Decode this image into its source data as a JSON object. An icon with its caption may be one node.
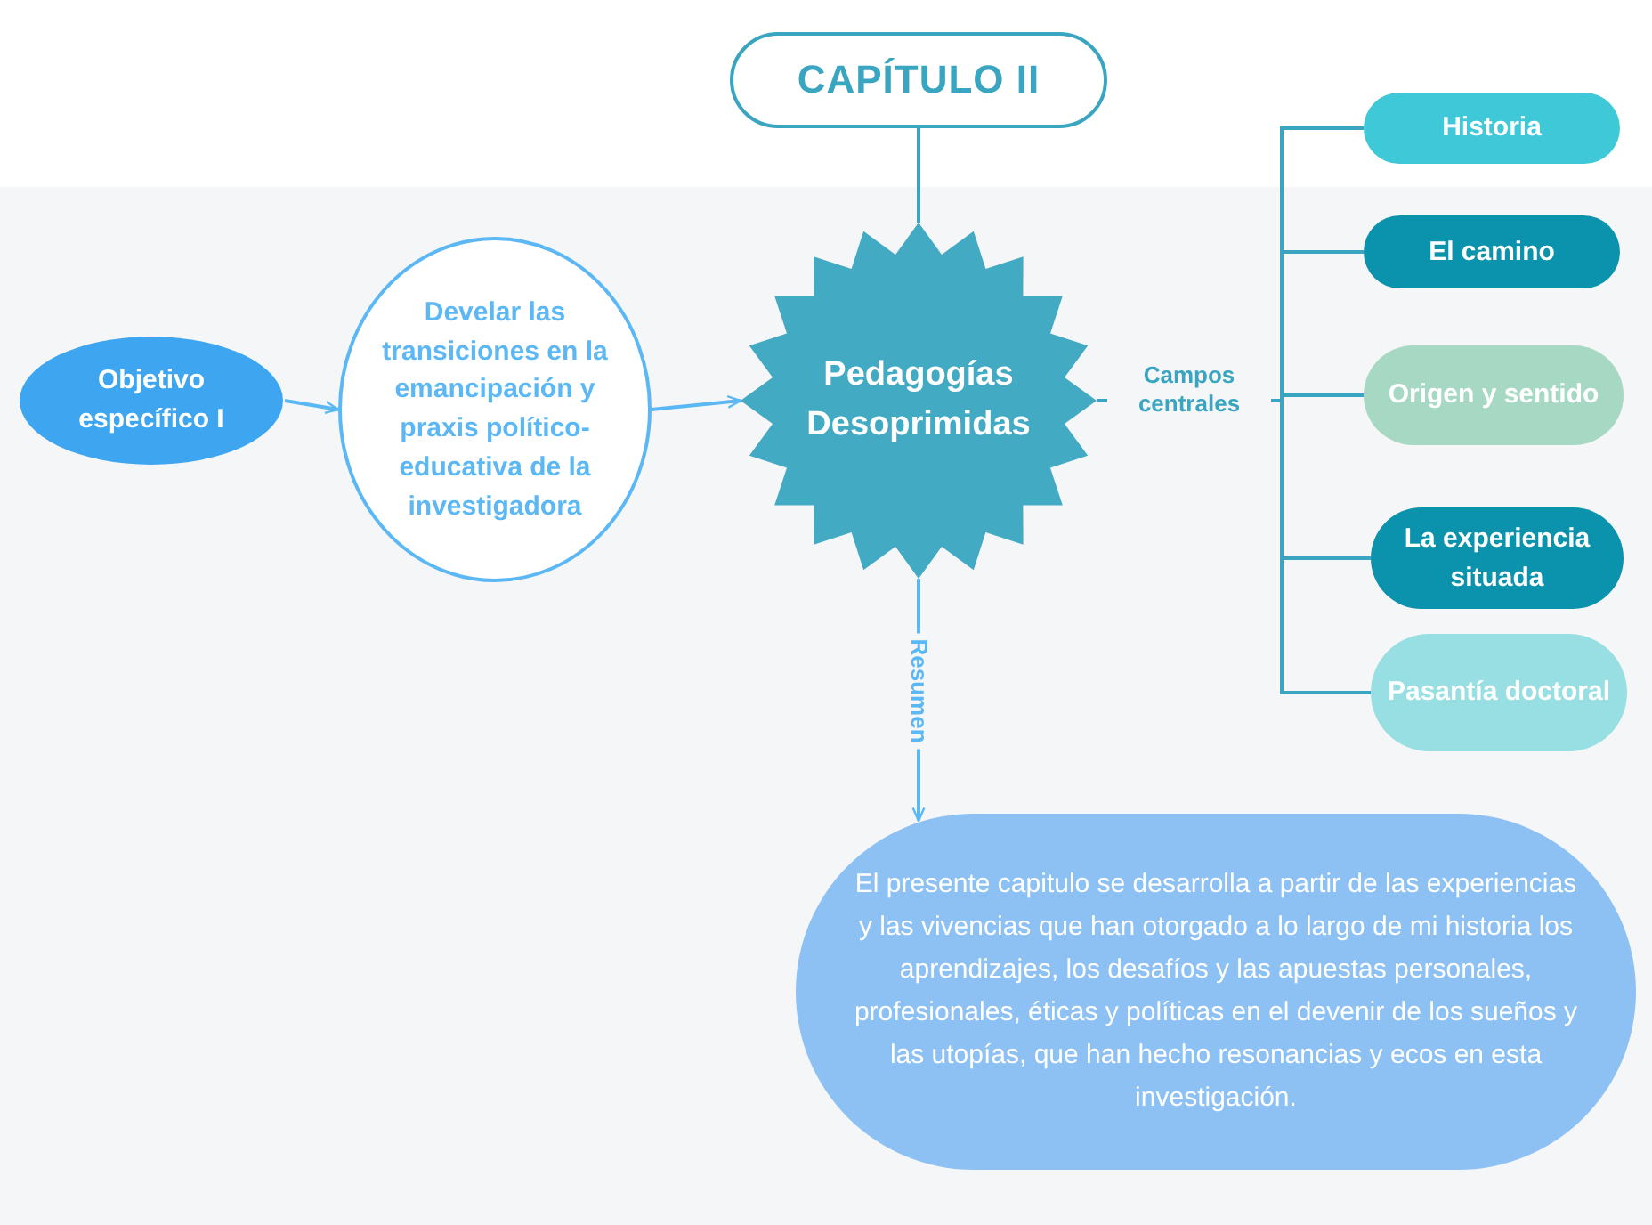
{
  "diagram": {
    "nodes": [
      {
        "text": [
          "CAPÍTULO II"
        ]
      },
      {
        "text": [
          "Objetivo específico I"
        ]
      },
      {
        "text": [
          "Develar las transiciones en la emancipación y praxis político-educativa de la investigadora"
        ]
      },
      {
        "text": [
          "Pedagogías Desoprimidas"
        ]
      },
      {
        "text": [
          "Historia"
        ]
      },
      {
        "text": [
          "El camino"
        ]
      },
      {
        "text": [
          "Origen y sentido"
        ]
      },
      {
        "text": [
          "La experiencia situada"
        ]
      },
      {
        "text": [
          "Pasantía doctoral"
        ]
      },
      {
        "text": [
          "El presente capitulo se desarrolla a partir de las experiencias y las vivencias que han otorgado a lo largo de mi historia los aprendizajes, los desafíos y las apuestas personales, profesionales, éticas y políticas en el devenir de los sueños y las utopías, que han hecho resonancias y ecos en esta investigación."
        ]
      }
    ],
    "edges": [
      {
        "from": 0,
        "to": 3,
        "arrow": "none"
      },
      {
        "from": 1,
        "to": 2,
        "arrow": "to",
        "color": "#5bb8f5"
      },
      {
        "from": 2,
        "to": 3,
        "arrow": "to",
        "color": "#5bb8f5"
      },
      {
        "from": 3,
        "to": 4,
        "arrow": "none"
      },
      {
        "from": 3,
        "to": 5,
        "arrow": "none"
      },
      {
        "from": 3,
        "to": 6,
        "arrow": "none",
        "label": "Campos centrales"
      },
      {
        "from": 3,
        "to": 7,
        "arrow": "none"
      },
      {
        "from": 3,
        "to": 8,
        "arrow": "none"
      },
      {
        "from": 3,
        "to": 9,
        "arrow": "to",
        "label": "Resumen",
        "color": "#5bb8f5"
      }
    ]
  }
}
